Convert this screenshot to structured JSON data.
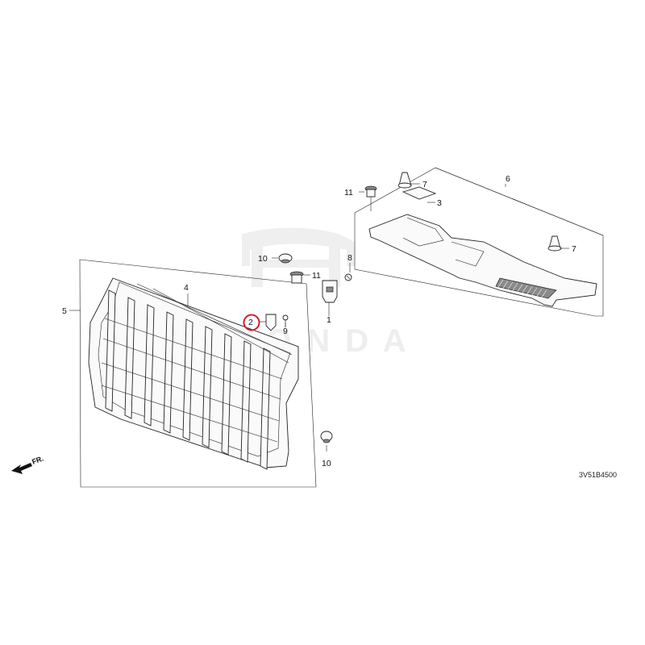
{
  "diagram": {
    "watermark": "HONDA",
    "drawing_code": "3V51B4500",
    "direction_label": "FR.",
    "highlight_color": "#d0202a",
    "callouts": [
      {
        "id": "c1",
        "number": "1"
      },
      {
        "id": "c2",
        "number": "2",
        "highlighted": true
      },
      {
        "id": "c3",
        "number": "3"
      },
      {
        "id": "c4",
        "number": "4"
      },
      {
        "id": "c5",
        "number": "5"
      },
      {
        "id": "c6",
        "number": "6"
      },
      {
        "id": "c7a",
        "number": "7"
      },
      {
        "id": "c7b",
        "number": "7"
      },
      {
        "id": "c8",
        "number": "8"
      },
      {
        "id": "c9",
        "number": "9"
      },
      {
        "id": "c10a",
        "number": "10"
      },
      {
        "id": "c10b",
        "number": "10"
      },
      {
        "id": "c11a",
        "number": "11"
      },
      {
        "id": "c11b",
        "number": "11"
      }
    ]
  }
}
